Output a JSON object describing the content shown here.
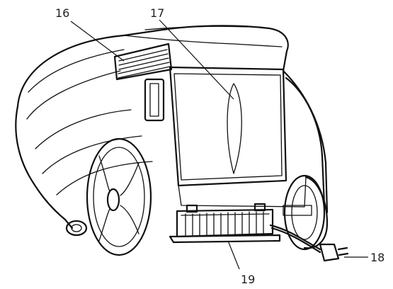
{
  "callouts": {
    "c16": "16",
    "c17": "17",
    "c18": "18",
    "c19": "19"
  }
}
